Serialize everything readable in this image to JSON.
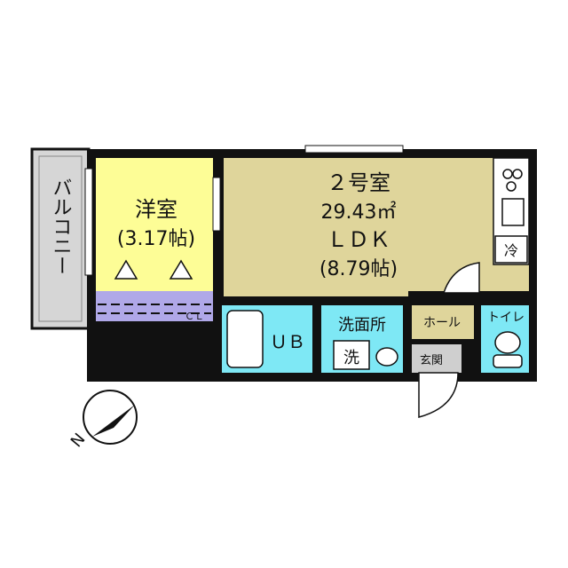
{
  "rooms": {
    "unit": {
      "name": "２号室",
      "area": "29.43㎡"
    },
    "western": {
      "name": "洋室",
      "size": "(3.17帖)"
    },
    "ldk": {
      "name": "ＬＤＫ",
      "size": "(8.79帖)"
    },
    "balcony": {
      "name": "バルコニー"
    },
    "closet": {
      "name": "ＣＬ"
    },
    "bath": {
      "name": "ＵＢ"
    },
    "washroom": {
      "name": "洗面所"
    },
    "washer": {
      "name": "洗"
    },
    "hall": {
      "name": "ホール"
    },
    "toilet": {
      "name": "トイレ"
    },
    "entrance": {
      "name": "玄関"
    },
    "fridge": {
      "name": "冷"
    }
  },
  "compass": {
    "north": "N"
  },
  "colors": {
    "western": "#fdfd96",
    "ldk": "#dfd59b",
    "wet": "#7ee8f5",
    "closet": "#b0a8e8",
    "entrance": "#cfcfcf",
    "balcony": "#d6d6d6",
    "wall": "#111111"
  }
}
